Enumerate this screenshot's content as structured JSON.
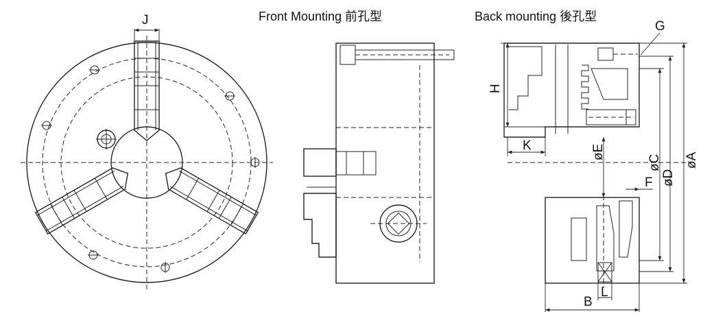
{
  "titles": {
    "front": "Front Mounting 前孔型",
    "back": "Back mounting 後孔型"
  },
  "labels": {
    "J": "J",
    "H": "H",
    "K": "K",
    "G": "G",
    "E": "øE",
    "C": "øC",
    "F": "F",
    "D": "øD",
    "A": "øA",
    "B": "B",
    "L": "L"
  }
}
